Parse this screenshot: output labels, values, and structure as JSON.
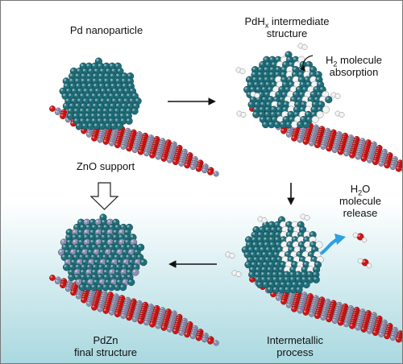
{
  "colors": {
    "pd": "#1f6f7b",
    "zn": "#8c8fb0",
    "o": "#d31414",
    "h": "#f2f2f2",
    "bg_top": "#ffffff",
    "bg_bottom": "#a8d8df",
    "release_arrow": "#2ea0e0"
  },
  "labels": {
    "pd_nanoparticle": "Pd nanoparticle",
    "zno_support": "ZnO support",
    "pdhx_prefix": "PdH",
    "pdhx_sub": "x",
    "pdhx_suffix": " intermediate",
    "pdhx_line2": "structure",
    "h2_prefix": "H",
    "h2_sub": "2",
    "h2_suffix": " molecule",
    "h2_line2": "absorption",
    "h2o_prefix": "H",
    "h2o_sub": "2",
    "h2o_suffix": "O",
    "h2o_line2": "molecule",
    "h2o_line3": "release",
    "pdzn_line1": "PdZn",
    "pdzn_line2": "final structure",
    "intermetallic_line1": "Intermetallic",
    "intermetallic_line2": "process"
  },
  "icons": [
    "right-arrow-icon",
    "down-arrow-icon",
    "left-arrow-icon",
    "hollow-down-arrow-icon",
    "curved-arrow-icon",
    "release-arrow-icon"
  ]
}
